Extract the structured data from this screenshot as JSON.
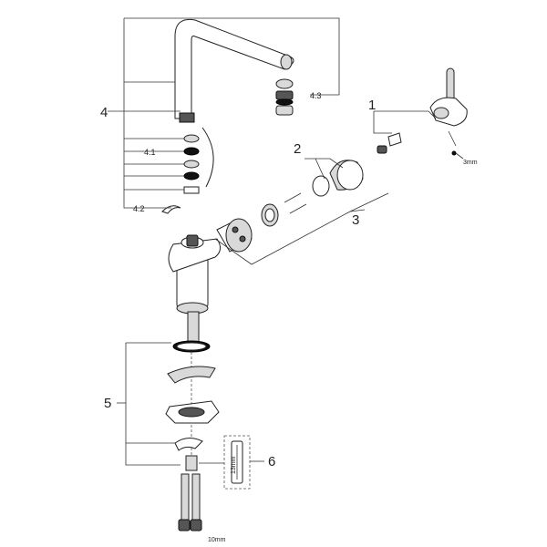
{
  "diagram": {
    "callouts": {
      "c1": "1",
      "c2": "2",
      "c3": "3",
      "c4": "4",
      "c4_1": "4.1",
      "c4_2": "4.2",
      "c4_3": "4.3",
      "c5": "5",
      "c6": "6"
    },
    "dimensions": {
      "hex_key": "3mm",
      "hose_nut": "10mm",
      "stud": "13mm"
    }
  }
}
